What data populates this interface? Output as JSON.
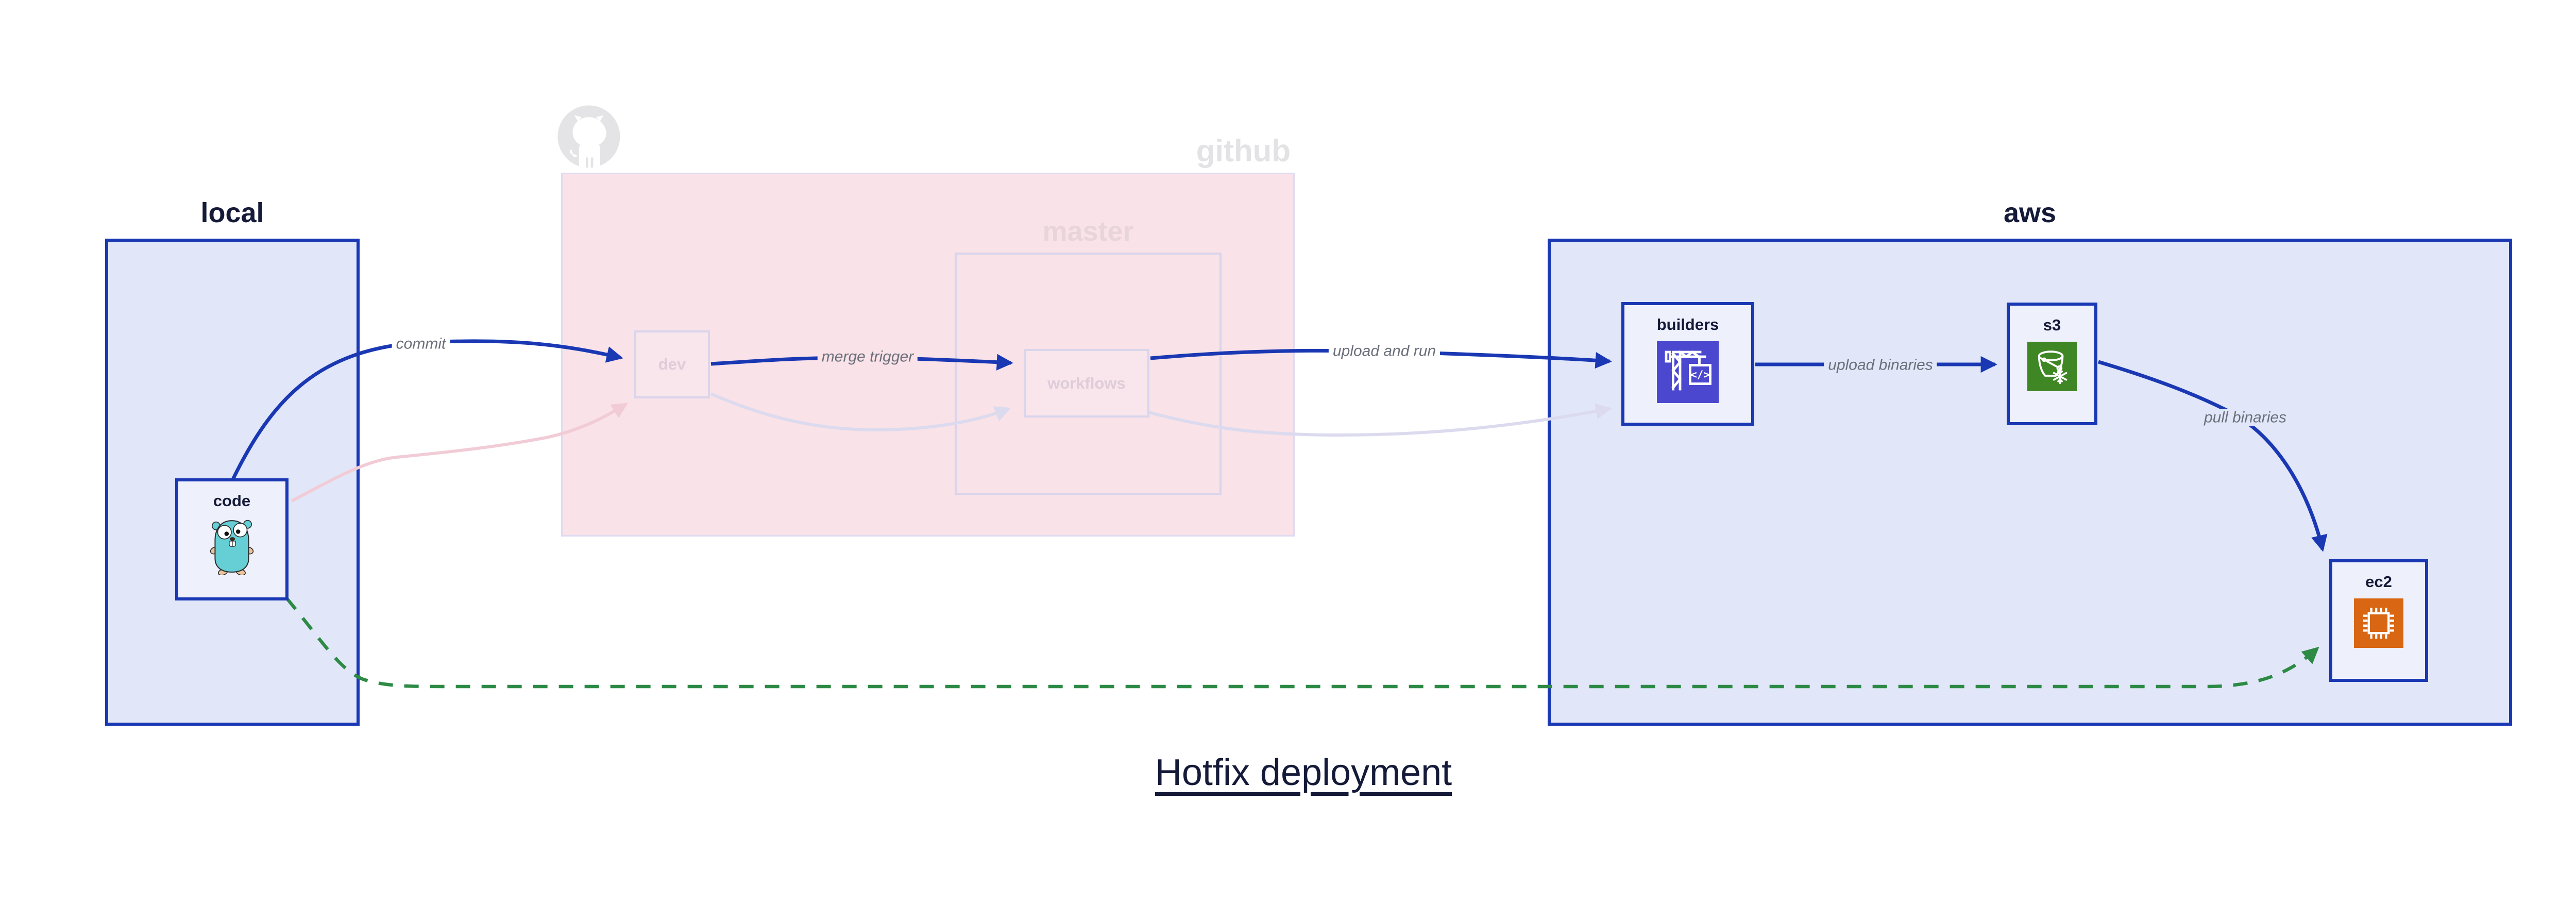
{
  "title": "Hotfix deployment",
  "groups": {
    "local": {
      "label": "local"
    },
    "github": {
      "label": "github"
    },
    "master": {
      "label": "master"
    },
    "aws": {
      "label": "aws"
    }
  },
  "nodes": {
    "code": {
      "label": "code",
      "icon": "go-gopher"
    },
    "dev": {
      "label": "dev"
    },
    "workflows": {
      "label": "workflows"
    },
    "builders": {
      "label": "builders",
      "icon": "codebuild-crane"
    },
    "s3": {
      "label": "s3",
      "icon": "s3-glacier-bucket"
    },
    "ec2": {
      "label": "ec2",
      "icon": "ec2-chip"
    }
  },
  "edges": {
    "commit": {
      "label": "commit"
    },
    "merge_trigger": {
      "label": "merge trigger"
    },
    "upload_and_run": {
      "label": "upload and run"
    },
    "upload_binaries": {
      "label": "upload binaries"
    },
    "pull_binaries": {
      "label": "pull binaries"
    }
  },
  "colors": {
    "accent-blue": "#1a38b3",
    "navy-text": "#141a38",
    "group-fill": "#e1e7f9",
    "node-fill": "#eef1fb",
    "pink-fill": "#f9e2e8",
    "pink-node-fill": "#f8e6ec",
    "ghost-border": "#d9d5ec",
    "ghost-line": "#dcdaee",
    "ghost-pink": "#f1ccd7",
    "green": "#2d8a45",
    "gray-label": "#6a6f7a",
    "faded-gray": "#e3e3e5",
    "faded-pink-text": "#decdd8",
    "codebuild": "#4b48cf",
    "s3green": "#3f8624",
    "ec2orange": "#d86613"
  }
}
